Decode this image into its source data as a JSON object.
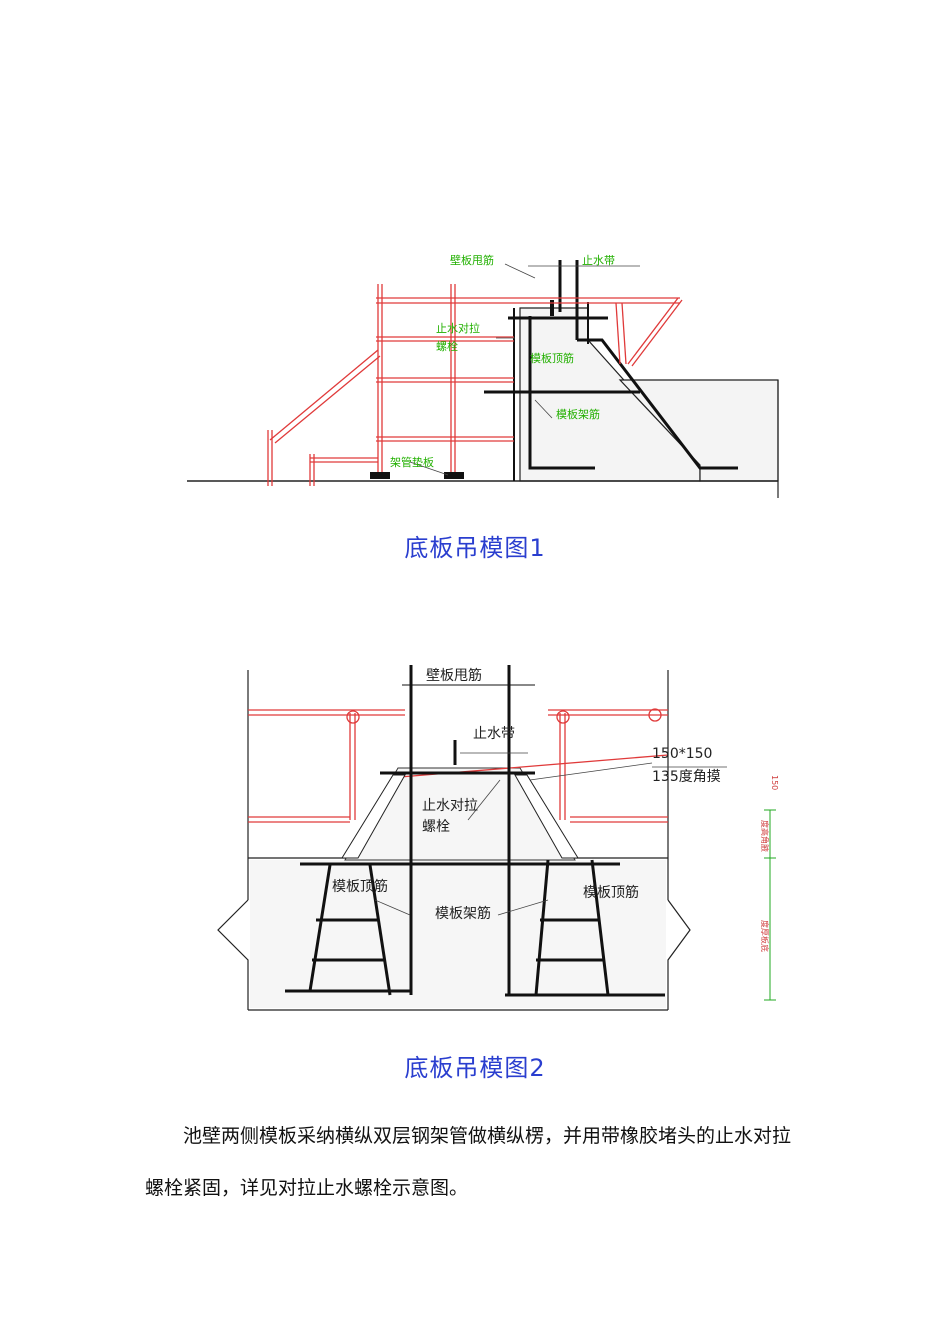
{
  "figure1": {
    "labels": {
      "wall_rebar": "壁板甩筋",
      "waterstop": "止水带",
      "bolt_line1": "止水对拉",
      "bolt_line2": "螺栓",
      "form_top_rebar": "模板顶筋",
      "form_frame_rebar": "模板架筋",
      "scaffold_pad": "架管垫板"
    },
    "caption": "底板吊模图1"
  },
  "figure2": {
    "labels": {
      "wall_rebar": "壁板甩筋",
      "waterstop": "止水带",
      "angle_size": "150*150",
      "angle_form": "135度角摸",
      "bolt_line1": "止水对拉",
      "bolt_line2": "螺栓",
      "form_top_rebar_left": "模板顶筋",
      "form_top_rebar_right": "模板顶筋",
      "form_frame_rebar": "模板架筋",
      "dim_top": "150",
      "dim_mid": "度高角腋",
      "dim_bottom": "度厚板底"
    },
    "caption": "底板吊模图2"
  },
  "paragraph": "池壁两侧模板采纳横纵双层钢架管做横纵楞，并用带橡胶堵头的止水对拉螺栓紧固，详见对拉止水螺栓示意图。",
  "colors": {
    "caption": "#2a3ecf",
    "scaffold": "#e03a3a",
    "label_green": "#22b000",
    "dim_red": "#d04040",
    "dim_green": "#22aa22"
  }
}
